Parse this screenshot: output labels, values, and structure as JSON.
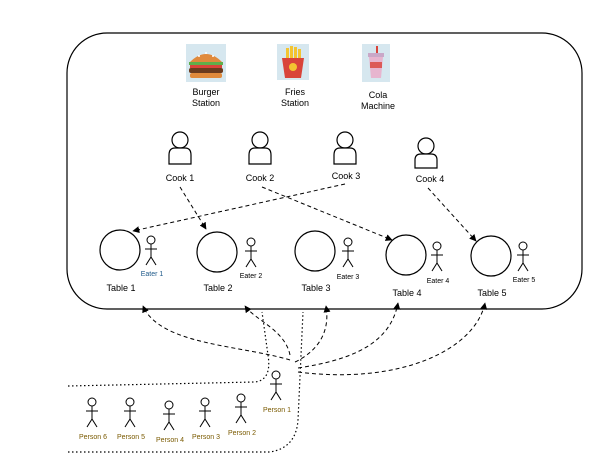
{
  "stations": [
    {
      "label_lines": [
        "Burger",
        "Station"
      ],
      "icon": "burger-icon"
    },
    {
      "label_lines": [
        "Fries",
        "Station"
      ],
      "icon": "fries-icon"
    },
    {
      "label_lines": [
        "Cola",
        "Machine"
      ],
      "icon": "cola-cup-icon"
    }
  ],
  "cooks": [
    "Cook 1",
    "Cook 2",
    "Cook 3",
    "Cook 4"
  ],
  "tables": [
    "Table 1",
    "Table 2",
    "Table 3",
    "Table 4",
    "Table 5"
  ],
  "eaters": [
    "Eater 1",
    "Eater 2",
    "Eater 3",
    "Eater 4",
    "Eater 5"
  ],
  "persons": [
    "Person 1",
    "Person 2",
    "Person 3",
    "Person 4",
    "Person 5",
    "Person 6"
  ],
  "colors": {
    "line": "#000000",
    "eater_1_text": "#1f5a8a",
    "person_text": "#7a5a00"
  }
}
